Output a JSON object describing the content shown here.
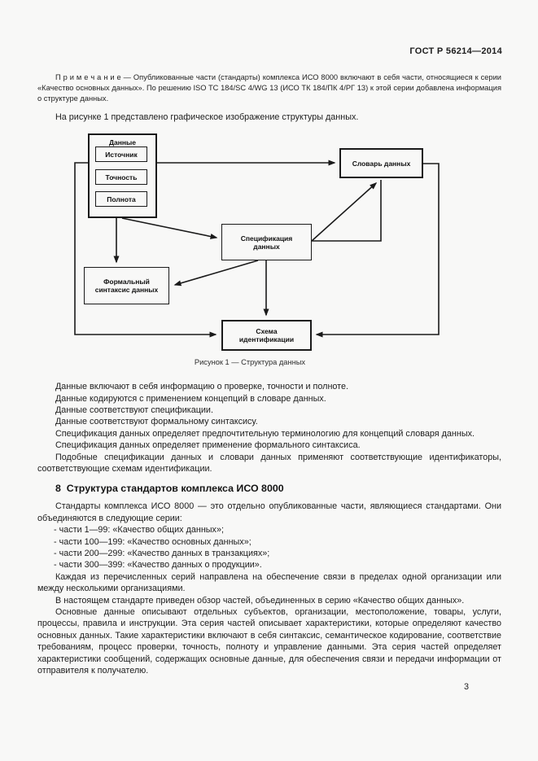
{
  "page": {
    "header": "ГОСТ Р 56214—2014",
    "page_number": "3"
  },
  "note": "П р и м е ч а н и е  — Опубликованные части (стандарты) комплекса ИСО 8000 включают в себя части, относящиеся к серии «Качество основных данных». По решению ISO TC 184/SC 4/WG 13 (ИСО ТК 184/ПК 4/РГ 13) к этой серии добавлена информация о структуре данных.",
  "intro": "На рисунке 1 представлено графическое изображение структуры данных.",
  "figure": {
    "caption": "Рисунок 1 — Структура данных",
    "nodes": {
      "data": "Данные",
      "source": "Источник",
      "accuracy": "Точность",
      "completeness": "Полнота",
      "dictionary": "Словарь данных",
      "specification": "Спецификация данных",
      "formal_syntax": "Формальный синтаксис данных",
      "id_scheme": "Схема идентификации"
    }
  },
  "statements": [
    "Данные включают в себя информацию о проверке, точности и полноте.",
    "Данные кодируются с применением концепций в словаре данных.",
    "Данные соответствуют спецификации.",
    "Данные соответствуют формальному синтаксису.",
    "Спецификация данных определяет предпочтительную терминологию для концепций словаря данных.",
    "Спецификация данных определяет применение формального синтаксиса.",
    "Подобные спецификации данных и словари данных применяют соответствующие идентификаторы, соответствующие схемам идентификации."
  ],
  "section8": {
    "heading": "8  Структура стандартов комплекса ИСО 8000",
    "p1": "Стандарты комплекса ИСО 8000 — это отдельно опубликованные части, являющиеся стандартами. Они объединяются в следующие серии:",
    "list": [
      "- части 1—99: «Качество общих данных»;",
      "- части 100—199: «Качество основных данных»;",
      "- части 200—299: «Качество данных в транзакциях»;",
      "- части 300—399: «Качество данных о продукции»."
    ],
    "p2": "Каждая из перечисленных серий направлена на обеспечение связи в пределах одной организации или между несколькими организациями.",
    "p3": "В настоящем стандарте приведен обзор частей, объединенных в серию «Качество общих данных».",
    "p4": "Основные данные описывают отдельных субъектов, организации, местоположение, товары, услуги, процессы, правила и инструкции. Эта серия частей описывает характеристики, которые определяют качество основных данных. Такие характеристики включают в себя синтаксис, семантическое кодирование, соответствие требованиям, процесс проверки, точность, полноту и управление данными. Эта серия частей определяет характеристики сообщений, содержащих основные данные, для обеспечения связи и передачи информации от отправителя к получателю."
  }
}
